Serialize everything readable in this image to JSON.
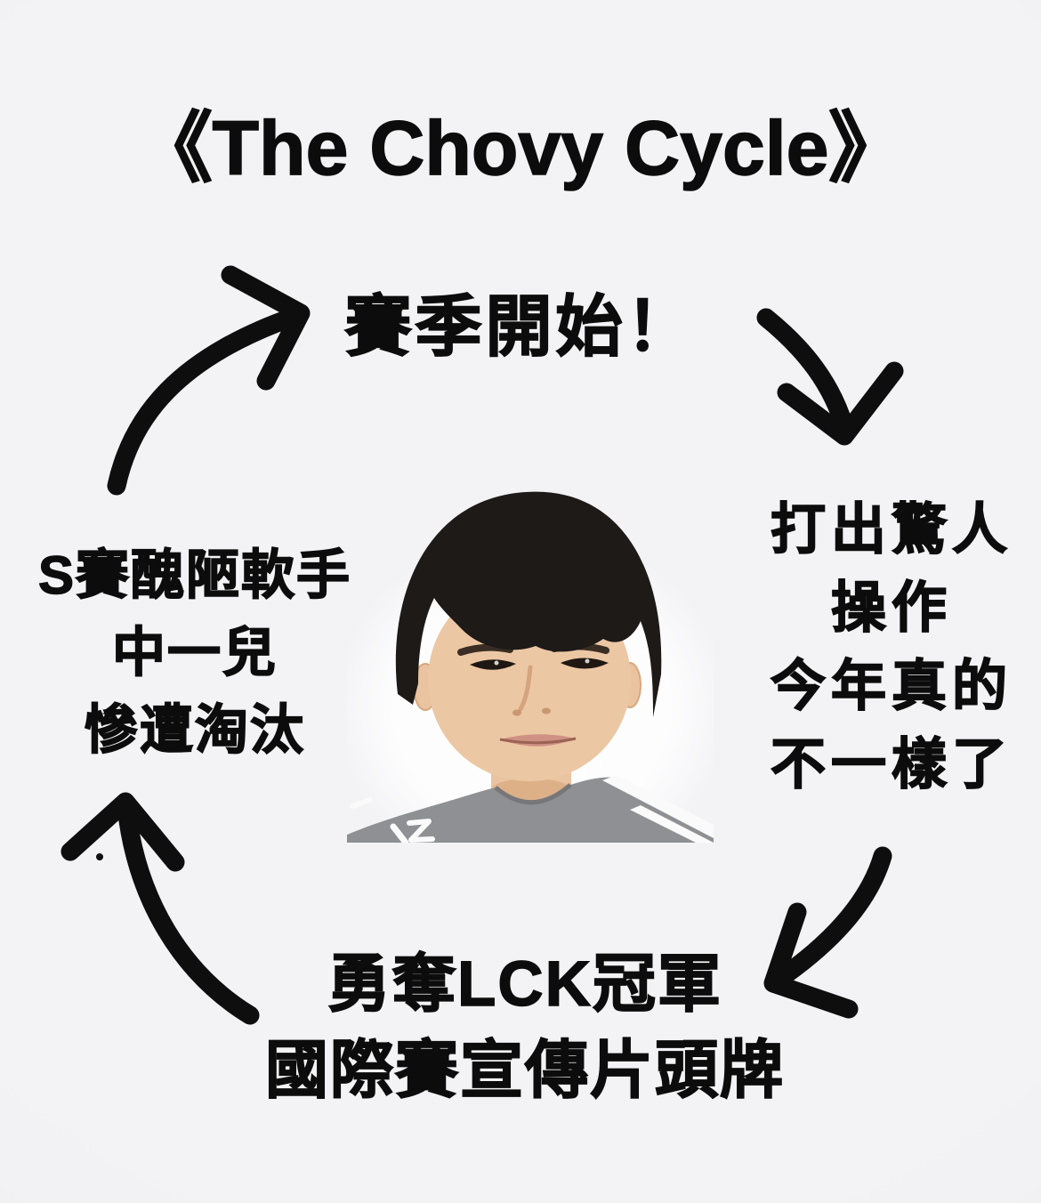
{
  "colors": {
    "background": "#f1f1f3",
    "ink": "#0c0c0c",
    "photo_backdrop": "#fdfdfd",
    "jersey_gray": "#8f9093",
    "jersey_stripe": "#fafafa",
    "skin": "#eac3a0",
    "hair": "#1d1a18"
  },
  "title": "《The Chovy Cycle》",
  "cycle": {
    "season_start": "賽季開始！",
    "amazing_plays": {
      "lines": [
        "打出驚人",
        "操作",
        "今年真的",
        "不一樣了"
      ]
    },
    "lck_champion": {
      "lines": [
        "勇奪LCK冠軍",
        "國際賽宣傳片頭牌"
      ]
    },
    "worlds_exit": {
      "lines": [
        "S賽醜陋軟手",
        "中一兒",
        "慘遭淘汰"
      ]
    }
  },
  "icons": {
    "arrow_to_season_start": "curved-arrow-up-right",
    "arrow_to_amazing_plays": "curved-arrow-down",
    "arrow_to_lck_champion": "curved-arrow-down-left",
    "arrow_to_worlds_exit": "curved-arrow-up"
  }
}
